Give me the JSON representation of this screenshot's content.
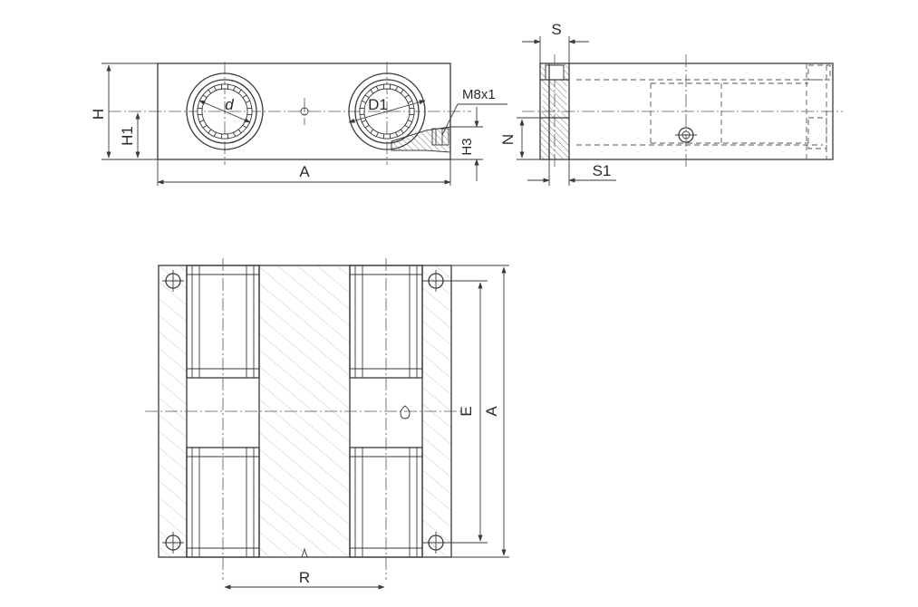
{
  "labels": {
    "front": {
      "H": "H",
      "H1": "H1",
      "d": "d",
      "D1": "D1",
      "M8x1": "M8x1",
      "H3": "H3",
      "A": "A"
    },
    "side": {
      "S": "S",
      "N": "N",
      "S1": "S1"
    },
    "plan": {
      "E": "E",
      "A": "A",
      "R": "R"
    }
  },
  "colors": {
    "line": "#3a3a3a",
    "hatch": "#9a9a9a",
    "background": "#ffffff"
  }
}
